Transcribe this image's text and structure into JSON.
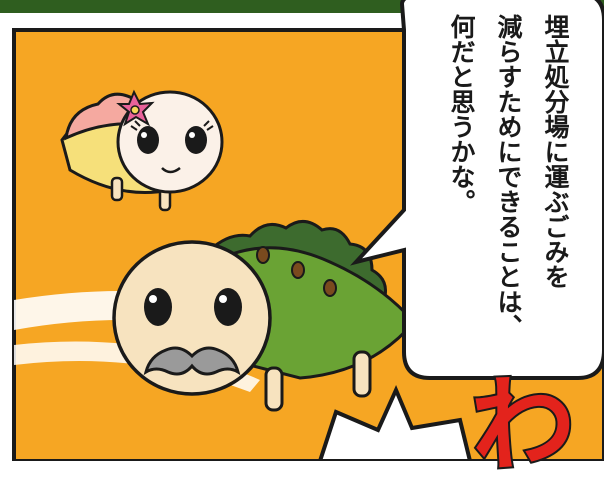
{
  "dialogue": {
    "line1": "埋立処分場に運ぶごみを",
    "line2": "減らすためにできることは、",
    "line3": "何だと思うかな。"
  },
  "sound_effect": "わ",
  "colors": {
    "panel_background": "#f6a623",
    "outline": "#1a1a1a",
    "green_character_shell": "#6aa334",
    "green_character_spikes": "#3d6b2e",
    "character_face": "#f7e3bf",
    "mustache": "#9a9a9a",
    "pink_character_body": "#f6e07a",
    "pink_character_flower": "#e8629a",
    "sound_effect_red": "#e3231c"
  }
}
